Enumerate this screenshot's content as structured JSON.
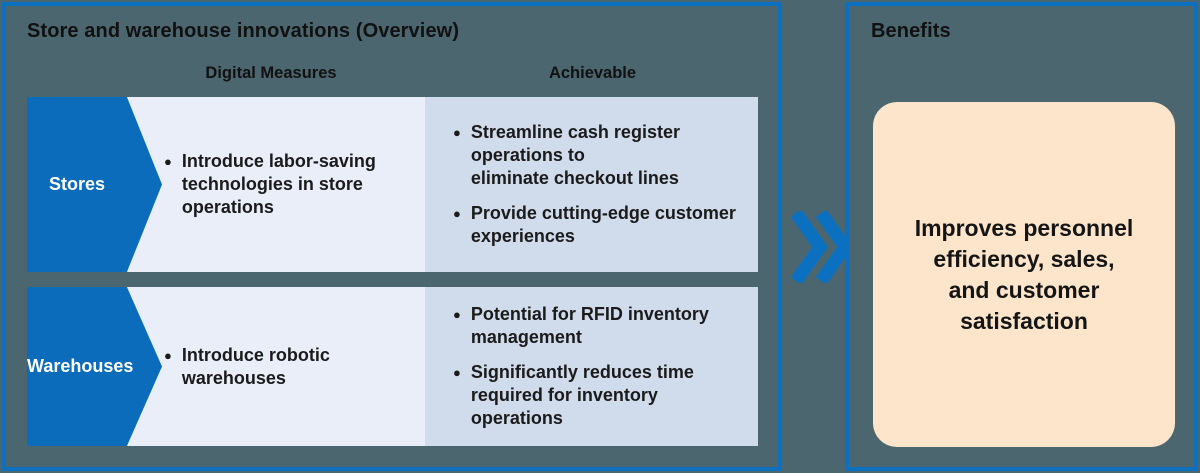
{
  "colors": {
    "background": "#4c6670",
    "panel_border_blue": "#0c70c0",
    "arrow_blue": "#0b6cbc",
    "measures_cell_bg": "#e9eef9",
    "achievable_cell_bg": "#d0dcec",
    "benefits_box_bg": "#fce5cb",
    "text": "#1b1b1b",
    "arrow_label_text": "#ffffff"
  },
  "overview_panel": {
    "title": "Store and warehouse innovations (Overview)",
    "column_headers": {
      "digital_measures": "Digital Measures",
      "achievable": "Achievable"
    },
    "rows": [
      {
        "label": "Stores",
        "digital_measures": [
          "Introduce labor-saving\ntechnologies in store\noperations"
        ],
        "achievable": [
          "Streamline cash register\noperations to\neliminate checkout lines",
          "Provide cutting-edge customer\nexperiences"
        ]
      },
      {
        "label": "Warehouses",
        "digital_measures": [
          "Introduce robotic\nwarehouses"
        ],
        "achievable": [
          "Potential for RFID inventory\nmanagement",
          "Significantly reduces time\nrequired for inventory operations"
        ]
      }
    ]
  },
  "connector": {
    "icon": "double-chevron-right"
  },
  "benefits_panel": {
    "title": "Benefits",
    "text": "Improves personnel\nefficiency, sales,\nand customer\nsatisfaction"
  },
  "bullet_glyph": "●"
}
